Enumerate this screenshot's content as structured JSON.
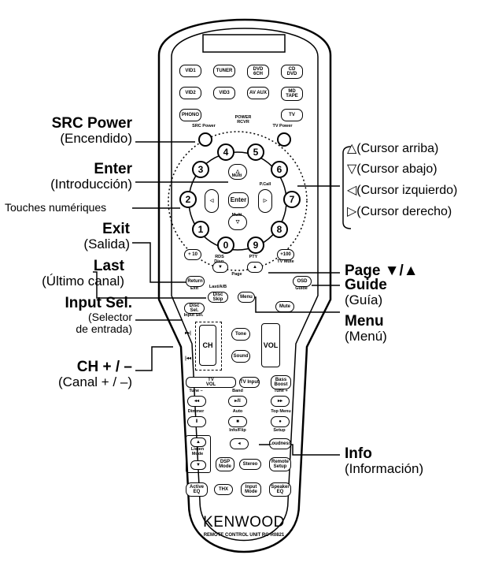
{
  "labels": {
    "src_power": {
      "title": "SRC Power",
      "sub": "(Encendido)"
    },
    "enter": {
      "title": "Enter",
      "sub": "(Introducción)"
    },
    "touches": "Touches numériques",
    "exit": {
      "title": "Exit",
      "sub": "(Salida)"
    },
    "last": {
      "title": "Last",
      "sub": "(Último canal)"
    },
    "input_sel": {
      "title": "Input Sel.",
      "sub1": "(Selector",
      "sub2": "de entrada)"
    },
    "ch": {
      "title": "CH + / –",
      "sub": "(Canal  + / –)"
    },
    "cursor_up": "△(Cursor arriba)",
    "cursor_down": "▽(Cursor abajo)",
    "cursor_left": "◁(Cursor izquierdo)",
    "cursor_right": "▷(Cursor derecho)",
    "page": "Page ▼/▲",
    "guide": {
      "title": "Guide",
      "sub": "(Guía)"
    },
    "menu": {
      "title": "Menu",
      "sub": "(Menú)"
    },
    "info": {
      "title": "Info",
      "sub": "(Información)"
    }
  },
  "remote": {
    "source_buttons": [
      [
        "VID1",
        "TUNER",
        "DVD\n6CH",
        "CD\nDVD"
      ],
      [
        "VID2",
        "VID3",
        "AV AUX",
        "MD\nTAPE"
      ],
      [
        "PHONO",
        "",
        "",
        "TV"
      ]
    ],
    "power_rcvr": "POWER\nRCVR",
    "src_power_btn": "SRC Power",
    "tv_power_btn": "TV Power",
    "numbers": [
      "0",
      "1",
      "2",
      "3",
      "4",
      "5",
      "6",
      "7",
      "8",
      "9"
    ],
    "enter_btn": "Enter",
    "multi": "Multi",
    "p_call": "P.Call",
    "plus10": "+ 10",
    "plus100": "+100",
    "tv_mute": "TV Mute",
    "rds_disp": "RDS Disp.",
    "pty": "PTY",
    "page_btn": "Page",
    "return_btn": "Return",
    "exit_btn": "Exit",
    "osd_btn": "OSD",
    "guide_btn": "Guide",
    "last_ab": "Last/A/B",
    "disc_skip": "Disc Skip",
    "menu_btn": "Menu",
    "mute": "Mute",
    "disc_sel": "Disc Sel.",
    "input_sel_btn": "Input Sel.",
    "ch_btn": "CH",
    "tone": "Tone",
    "sound": "Sound",
    "vol": "VOL",
    "tv_vol": "TV\nVOL",
    "tv_input": "TV Input",
    "bass_boost": "Bass\nBoost",
    "tune_minus": "Tune –",
    "band": "Band",
    "tune_plus": "Tune +",
    "dimmer": "Dimmer",
    "auto": "Auto",
    "top_menu": "Top Menu",
    "info_flip": "Info/Flip",
    "setup": "Setup",
    "loudness": "Loudness",
    "listen_mode": "Listen\nMode",
    "dsp_mode": "DSP\nMode",
    "stereo": "Stereo",
    "remote_setup": "Remote\nSetup",
    "active_eq": "Active\nEQ",
    "thx": "THX",
    "input_mode": "Input\nMode",
    "speaker_eq": "Speaker\nEQ",
    "brand": "KENWOOD",
    "model": "REMOTE CONTROL UNIT RC-R0821"
  }
}
